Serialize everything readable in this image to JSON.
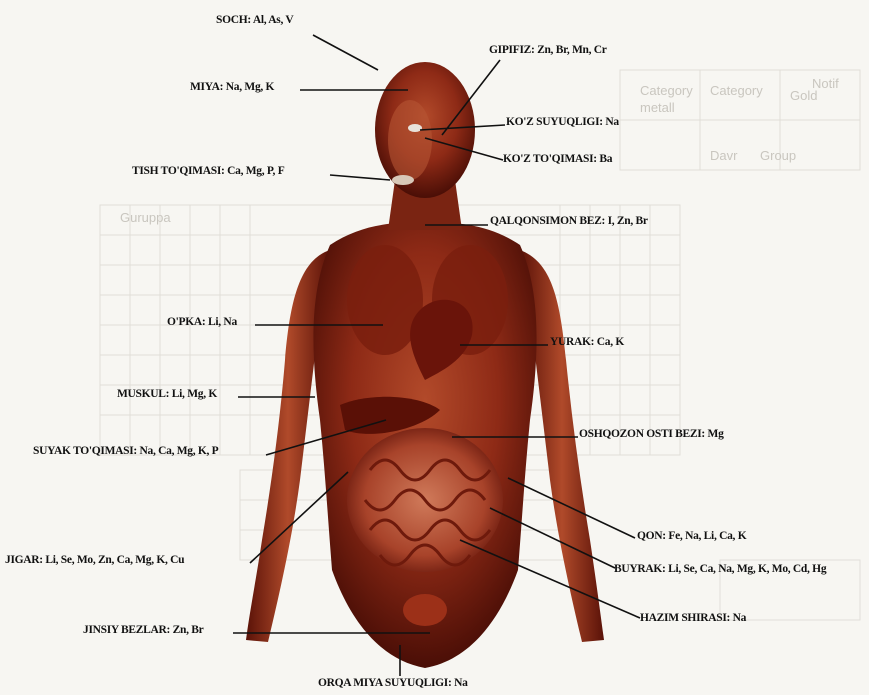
{
  "colors": {
    "background": "#f7f6f2",
    "body_dark": "#5a1208",
    "body_mid": "#8e2a16",
    "body_light": "#c4603a",
    "leader_line": "#111111",
    "label_text": "#111111",
    "faded_table_text": "#c9c6bf"
  },
  "labels": {
    "soch": "SOCH: Al, As, V",
    "gipifiz": "GIPIFIZ: Zn, Br, Mn, Cr",
    "miya": "MIYA: Na, Mg, K",
    "koz_suyuqligi": "KO'Z SUYUQLIGI: Na",
    "tish": "TISH TO'QIMASI: Ca, Mg, P, F",
    "koz_toqimasi": "KO'Z TO'QIMASI: Ba",
    "qalqonsimon": "QALQONSIMON BEZ: I, Zn, Br",
    "opka": "O'PKA: Li, Na",
    "yurak": "YURAK: Ca, K",
    "muskul": "MUSKUL: Li, Mg, K",
    "oshqozon": "OSHQOZON OSTI BEZI: Mg",
    "suyak": "SUYAK TO'QIMASI: Na, Ca, Mg, K, P",
    "qon": "QON: Fe, Na, Li, Ca, K",
    "jigar": "JIGAR: Li, Se, Mo, Zn, Ca, Mg, K, Cu",
    "buyrak": "BUYRAK: Li, Se, Ca, Na, Mg, K, Mo, Cd, Hg",
    "hazim": "HAZIM SHIRASI: Na",
    "jinsiy": "JINSIY BEZLAR: Zn, Br",
    "orqa_miya": "ORQA MIYA SUYUQLIGI: Na"
  },
  "background_table": {
    "header_cells": [
      "Category",
      "Category",
      "Gold",
      "Notif"
    ],
    "row_cells": [
      "metall",
      "Davr",
      "Guruppa",
      "Group"
    ]
  }
}
